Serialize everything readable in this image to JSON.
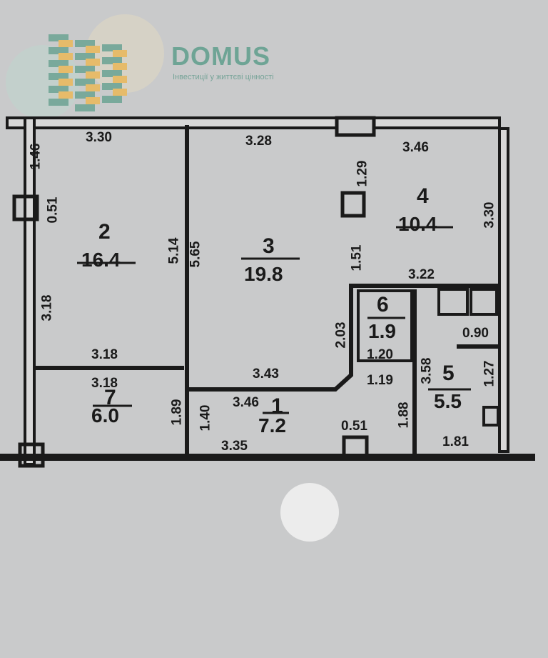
{
  "logo": {
    "name": "DOMUS",
    "tagline": "Інвестиції у життєві цінності",
    "colors": {
      "green": "#5f9e8c",
      "orange": "#f0b64a"
    }
  },
  "rooms": [
    {
      "number": "1",
      "area": "7.2"
    },
    {
      "number": "2",
      "area": "16.4"
    },
    {
      "number": "3",
      "area": "19.8"
    },
    {
      "number": "4",
      "area": "10.4"
    },
    {
      "number": "5",
      "area": "5.5"
    },
    {
      "number": "6",
      "area": "1.9"
    },
    {
      "number": "7",
      "area": "6.0"
    }
  ],
  "dimensions": {
    "d330top": "3.30",
    "d328": "3.28",
    "d346top": "3.46",
    "d146": "1.46",
    "d129": "1.29",
    "d051left": "0.51",
    "d330right": "3.30",
    "d514": "5.14",
    "d565": "5.65",
    "d151": "1.51",
    "d318v": "3.18",
    "d322": "3.22",
    "d203": "2.03",
    "d090": "0.90",
    "d318a": "3.18",
    "d318b": "3.18",
    "d120": "1.20",
    "d119": "1.19",
    "d358": "3.58",
    "d127": "1.27",
    "d343": "3.43",
    "d346mid": "3.46",
    "d189": "1.89",
    "d140": "1.40",
    "d188": "1.88",
    "d051bot": "0.51",
    "d335": "3.35",
    "d181": "1.81"
  }
}
